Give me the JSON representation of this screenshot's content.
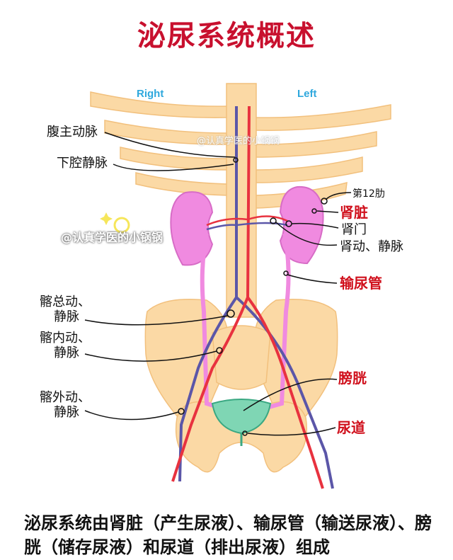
{
  "title": "泌尿系统概述",
  "directions": {
    "right": "Right",
    "left": "Left"
  },
  "labels": {
    "abdominal_aorta": "腹主动脉",
    "ivc": "下腔静脉",
    "rib12": "第12肋",
    "kidney": "肾脏",
    "hilum": "肾门",
    "renal_vessels": "肾动、静脉",
    "ureter": "输尿管",
    "common_iliac_1": "髂总动、",
    "common_iliac_2": "静脉",
    "internal_iliac_1": "髂内动、",
    "internal_iliac_2": "静脉",
    "external_iliac_1": "髂外动、",
    "external_iliac_2": "静脉",
    "bladder": "膀胱",
    "urethra": "尿道"
  },
  "watermarks": {
    "main": "@认真学医的小锅锅",
    "top": "@认真学医的小锅锅"
  },
  "caption": "泌尿系统由肾脏（产生尿液）、输尿管（输送尿液）、膀胱（储存尿液）和尿道（排出尿液）组成",
  "colors": {
    "title": "#c8102e",
    "label_red": "#d0101c",
    "bone": "#fbd9a5",
    "kidney": "#f08ae0",
    "artery": "#e8323f",
    "vein": "#5b56a8",
    "bladder": "#7fd6b4",
    "direction": "#2fa8dd"
  }
}
